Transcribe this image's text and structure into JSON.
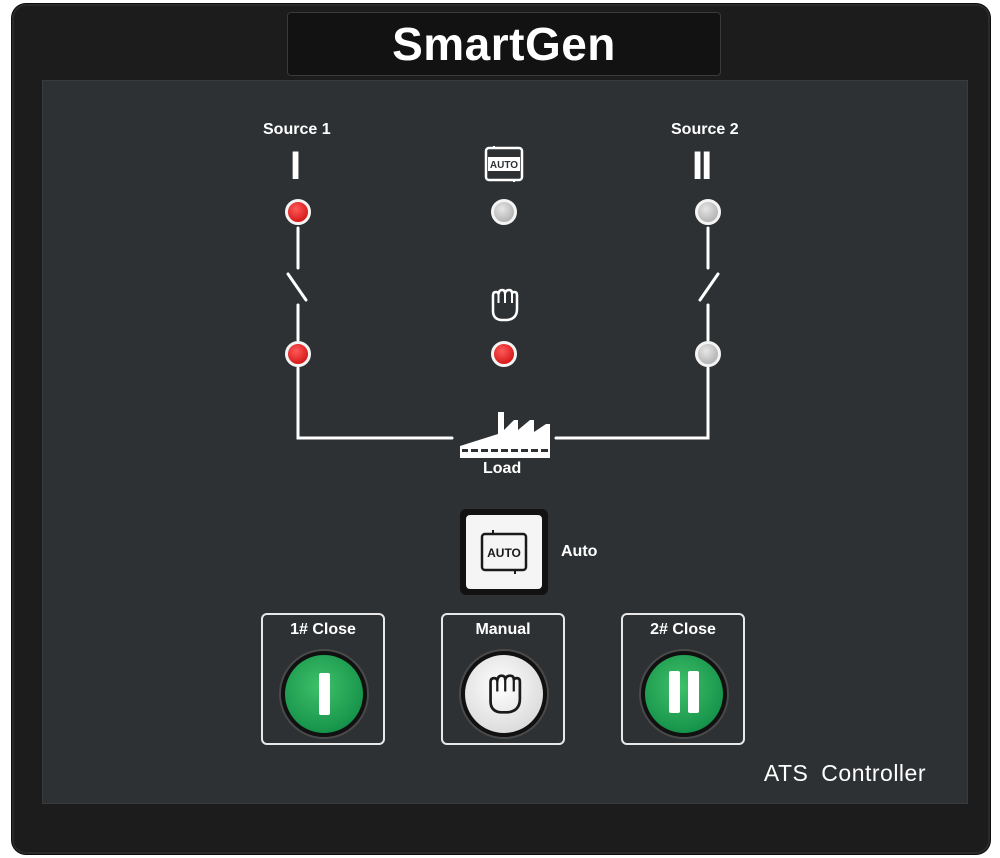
{
  "brand": {
    "name": "SmartGen"
  },
  "diagram": {
    "source1_label": "Source 1",
    "source1_numeral": "I",
    "source2_label": "Source 2",
    "source2_numeral": "II",
    "auto_icon_text": "AUTO",
    "load_label": "Load",
    "indicators": {
      "source1_available": "on",
      "source1_closed": "on",
      "auto_mode": "off",
      "manual_mode": "on",
      "source2_available": "off",
      "source2_closed": "off"
    },
    "led_on_color": "#e02020",
    "led_off_color": "#c4c4c4"
  },
  "controls": {
    "auto_button": {
      "icon_text": "AUTO",
      "label": "Auto"
    },
    "close1_button": {
      "label": "1# Close",
      "icon": "roman-one-icon",
      "color": "#1f9e4f"
    },
    "manual_button": {
      "label": "Manual",
      "icon": "hand-icon",
      "color": "#f2f2f2"
    },
    "close2_button": {
      "label": "2# Close",
      "icon": "roman-two-icon",
      "color": "#1f9e4f"
    }
  },
  "footer": {
    "title": "ATS  Controller"
  }
}
